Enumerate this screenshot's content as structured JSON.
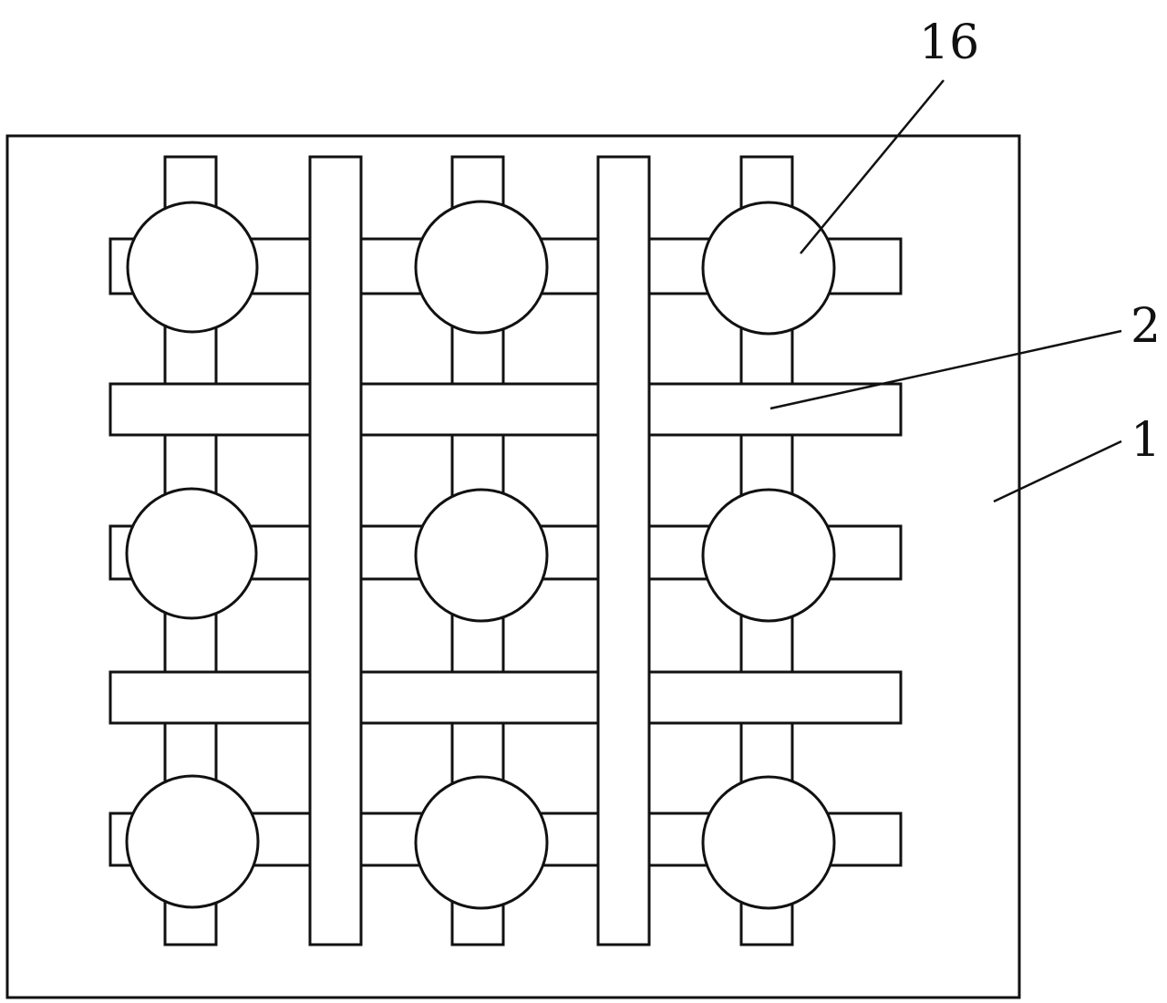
{
  "callouts": {
    "ball": "16",
    "bar": "2",
    "plate": "1"
  },
  "colors": {
    "stroke": "#111111",
    "fill": "#ffffff",
    "background": "#ffffff"
  }
}
